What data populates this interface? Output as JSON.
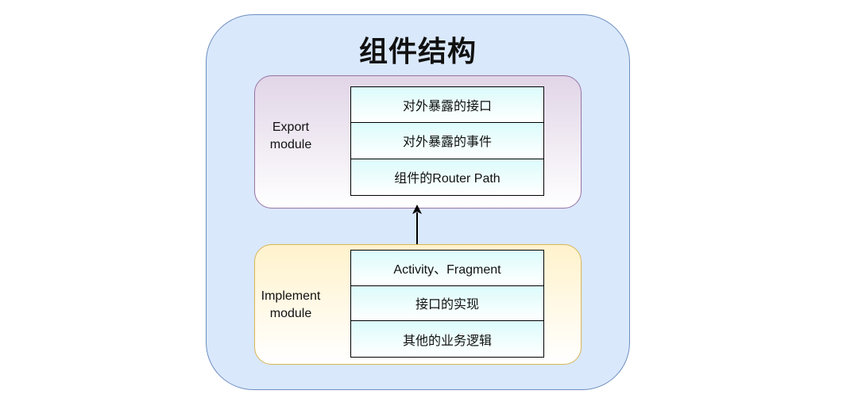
{
  "title": "组件结构",
  "colors": {
    "outer_fill": "#dae8fc",
    "outer_stroke": "#6c8ebf",
    "export_stroke": "#9673a6",
    "export_fill": "#e1d5e7",
    "impl_stroke": "#d6b656",
    "impl_fill": "#fff2cc",
    "list_fill": "#e0ffff"
  },
  "export_module": {
    "label_line1": "Export",
    "label_line2": "module",
    "items": [
      "对外暴露的接口",
      "对外暴露的事件",
      "组件的Router Path"
    ]
  },
  "implement_module": {
    "label_line1": "Implement",
    "label_line2": "module",
    "items": [
      "Activity、Fragment",
      "接口的实现",
      "其他的业务逻辑"
    ]
  }
}
